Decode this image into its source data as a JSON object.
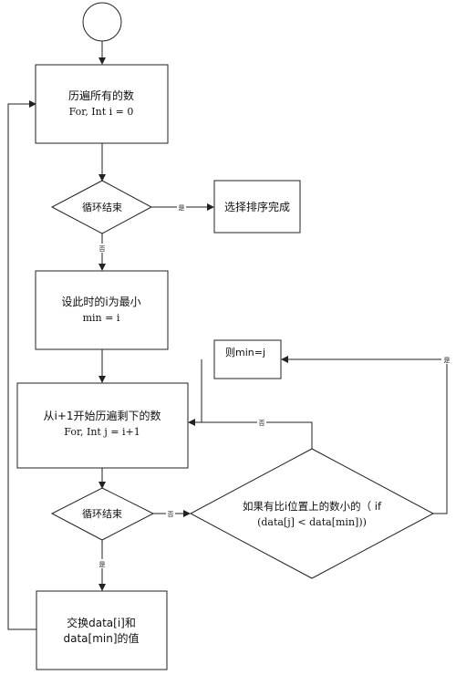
{
  "flowchart": {
    "box1": {
      "line1": "历遍所有的数",
      "line2": "For, Int i = 0"
    },
    "decision1": {
      "label": "循环结束"
    },
    "box_done": {
      "label": "选择排序完成"
    },
    "box_setmin": {
      "line1": "设此时的i为最小",
      "line2": "min = i"
    },
    "box_minj": {
      "label": "则min=j"
    },
    "box_inner": {
      "line1": "从i+1开始历遍剩下的数",
      "line2": "For, Int j = i+1"
    },
    "decision2": {
      "label": "循环结束"
    },
    "decision3": {
      "line1": "如果有比i位置上的数小的（ if",
      "line2": "(data[j] < data[min]))"
    },
    "box_swap": {
      "line1": "交换data[i]和",
      "line2": "data[min]的值"
    },
    "edge_labels": {
      "d1_yes": "是",
      "d1_no": "否",
      "d3_no": "否",
      "d3_yes": "是",
      "d2_no": "否",
      "d2_yes": "是"
    }
  }
}
